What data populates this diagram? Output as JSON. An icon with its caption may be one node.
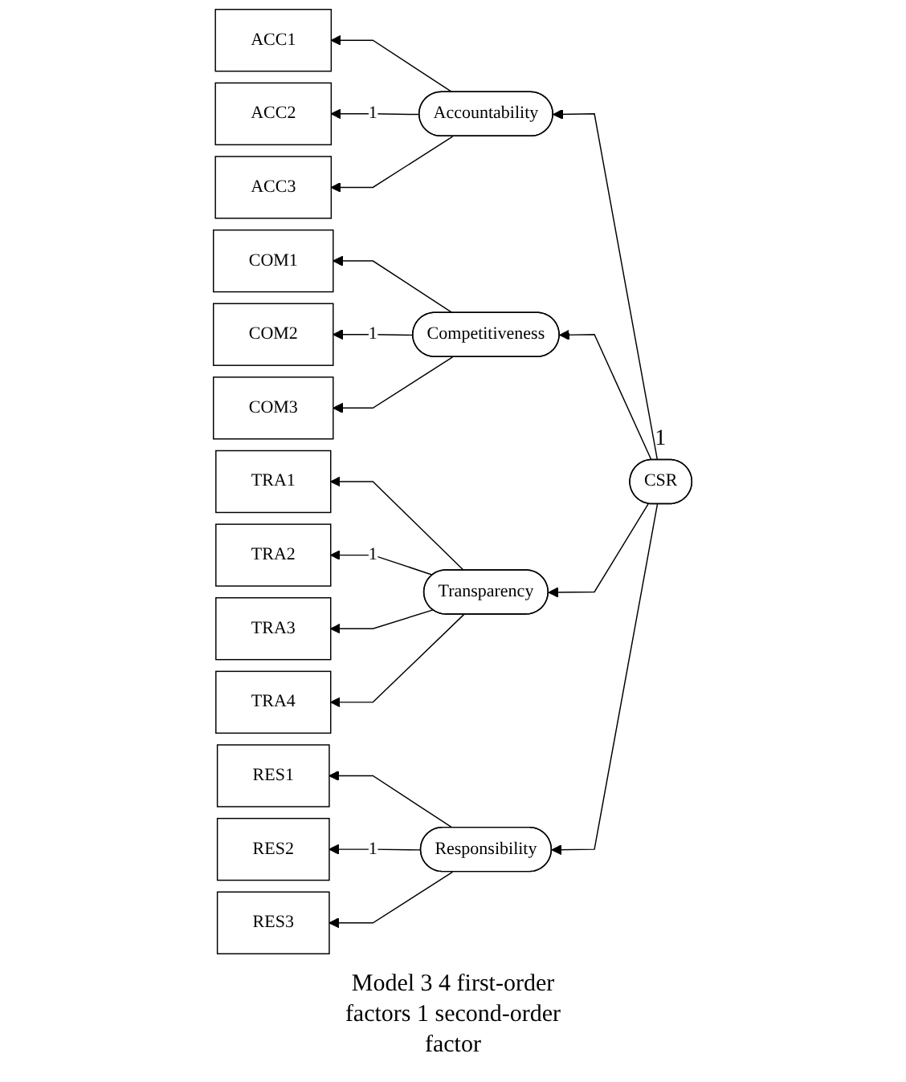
{
  "diagram": {
    "caption": "Model 3 4 first-order factors 1 second-order factor",
    "nodes": [
      {
        "text": [
          "ACC1"
        ]
      },
      {
        "text": [
          "ACC2"
        ]
      },
      {
        "text": [
          "ACC3"
        ]
      },
      {
        "text": [
          "Accountability"
        ]
      },
      {
        "text": [
          "COM1"
        ]
      },
      {
        "text": [
          "COM2"
        ]
      },
      {
        "text": [
          "COM3"
        ]
      },
      {
        "text": [
          "Competitiveness"
        ]
      },
      {
        "text": [
          "CSR"
        ],
        "beside": [
          "1"
        ]
      },
      {
        "text": [
          "TRA1"
        ]
      },
      {
        "text": [
          "TRA2"
        ]
      },
      {
        "text": [
          "TRA3"
        ]
      },
      {
        "text": [
          "TRA4"
        ]
      },
      {
        "text": [
          "Transparency"
        ]
      },
      {
        "text": [
          "RES1"
        ]
      },
      {
        "text": [
          "RES2"
        ]
      },
      {
        "text": [
          "RES3"
        ]
      },
      {
        "text": [
          "Responsibility"
        ]
      }
    ],
    "edges": [
      {
        "from": 3,
        "to": 0,
        "arrow": "to"
      },
      {
        "from": 3,
        "to": 1,
        "arrow": "to",
        "label": "1"
      },
      {
        "from": 3,
        "to": 2,
        "arrow": "to"
      },
      {
        "from": 7,
        "to": 4,
        "arrow": "to"
      },
      {
        "from": 7,
        "to": 5,
        "arrow": "to",
        "label": "1"
      },
      {
        "from": 7,
        "to": 6,
        "arrow": "to"
      },
      {
        "from": 8,
        "to": 3,
        "arrow": "to"
      },
      {
        "from": 8,
        "to": 7,
        "arrow": "to"
      },
      {
        "from": 8,
        "to": 13,
        "arrow": "to"
      },
      {
        "from": 8,
        "to": 17,
        "arrow": "to"
      },
      {
        "from": 13,
        "to": 9,
        "arrow": "to"
      },
      {
        "from": 13,
        "to": 10,
        "arrow": "to",
        "label": "1"
      },
      {
        "from": 13,
        "to": 11,
        "arrow": "to"
      },
      {
        "from": 13,
        "to": 12,
        "arrow": "to"
      },
      {
        "from": 17,
        "to": 14,
        "arrow": "to"
      },
      {
        "from": 17,
        "to": 15,
        "arrow": "to",
        "label": "1"
      },
      {
        "from": 17,
        "to": 16,
        "arrow": "to"
      }
    ]
  }
}
